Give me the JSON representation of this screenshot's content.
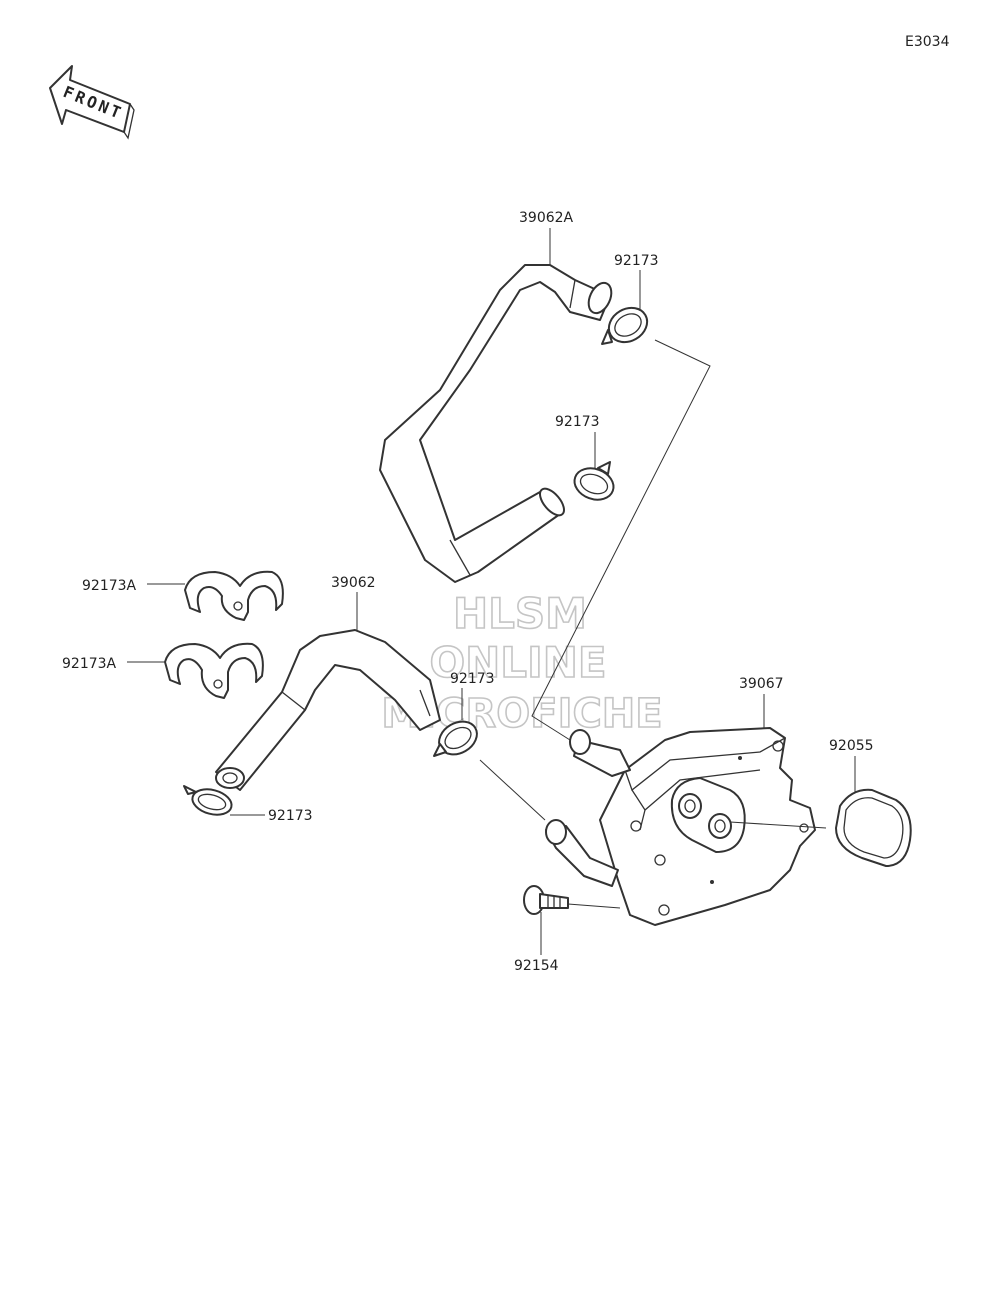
{
  "diagram_code": "E3034",
  "front_label": "FRONT",
  "watermark": {
    "line1": "HLSM",
    "line2": "ONLINE",
    "line3": "MICROFICHE"
  },
  "parts": [
    {
      "id": "hose-upper-label",
      "number": "39062A"
    },
    {
      "id": "clamp-top-label",
      "number": "92173"
    },
    {
      "id": "clamp-mid-label",
      "number": "92173"
    },
    {
      "id": "bracket-upper-label",
      "number": "92173A"
    },
    {
      "id": "bracket-lower-label",
      "number": "92173A"
    },
    {
      "id": "hose-lower-label",
      "number": "39062"
    },
    {
      "id": "clamp-center-label",
      "number": "92173"
    },
    {
      "id": "clamp-bottom-label",
      "number": "92173"
    },
    {
      "id": "oil-cooler-label",
      "number": "39067"
    },
    {
      "id": "o-ring-label",
      "number": "92055"
    },
    {
      "id": "bolt-label",
      "number": "92154"
    }
  ]
}
